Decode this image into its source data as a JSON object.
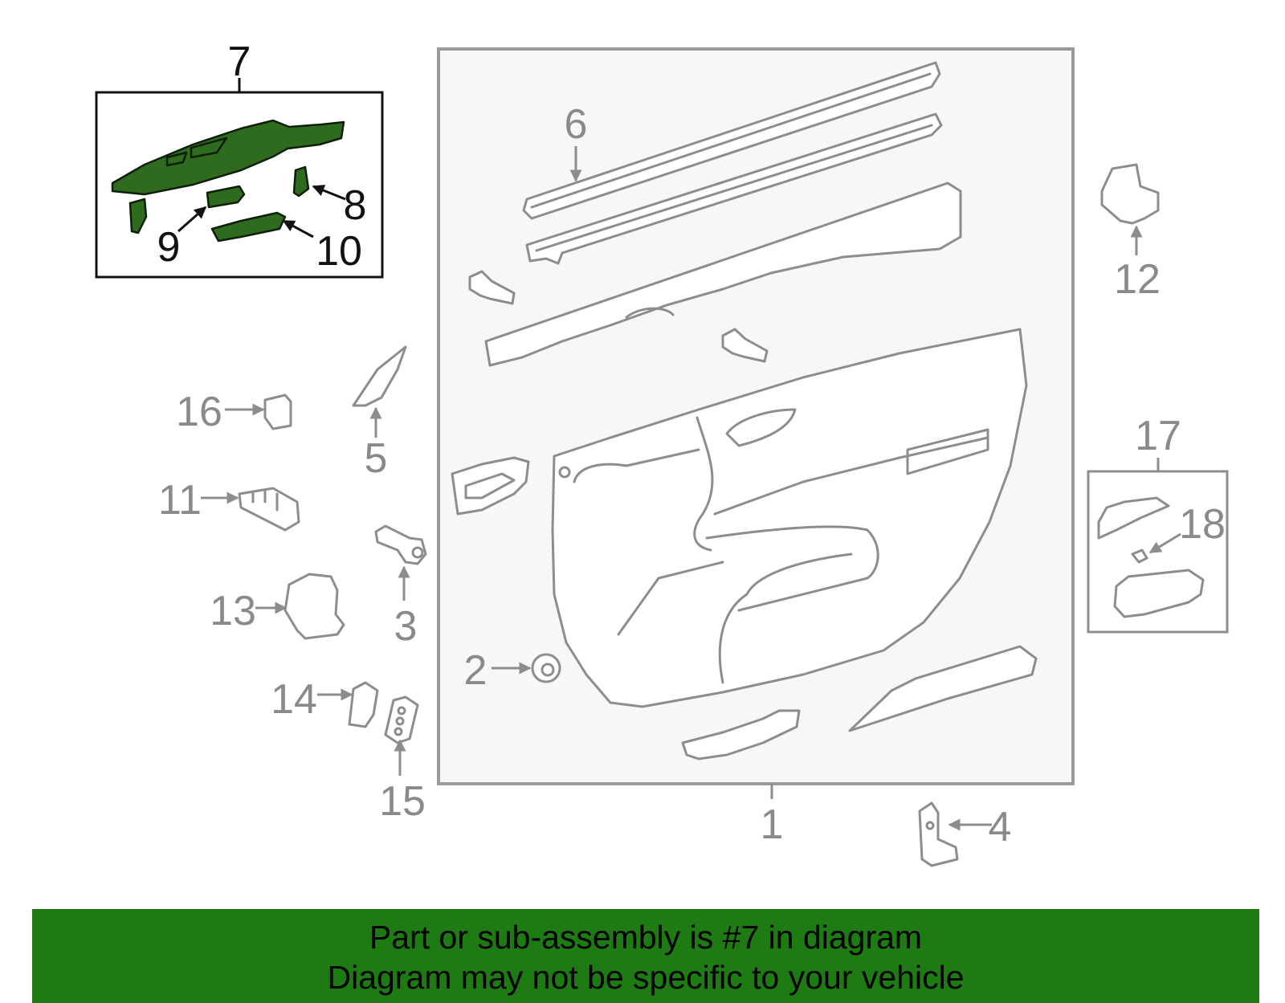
{
  "callouts": {
    "c1": "1",
    "c2": "2",
    "c3": "3",
    "c4": "4",
    "c5": "5",
    "c6": "6",
    "c7": "7",
    "c8": "8",
    "c9": "9",
    "c10": "10",
    "c11": "11",
    "c12": "12",
    "c13": "13",
    "c14": "14",
    "c15": "15",
    "c16": "16",
    "c17": "17",
    "c18": "18"
  },
  "banner": {
    "line1": "Part or sub-assembly is #7 in diagram",
    "line2": "Diagram may not be specific to your vehicle"
  },
  "colors": {
    "highlight_part": "#2e6b1e",
    "banner_bg": "#1e7a12",
    "panel_bg": "#f7f7f7",
    "line_gray": "#8d8d8d"
  },
  "icons": {
    "arrow": "arrow-icon"
  }
}
